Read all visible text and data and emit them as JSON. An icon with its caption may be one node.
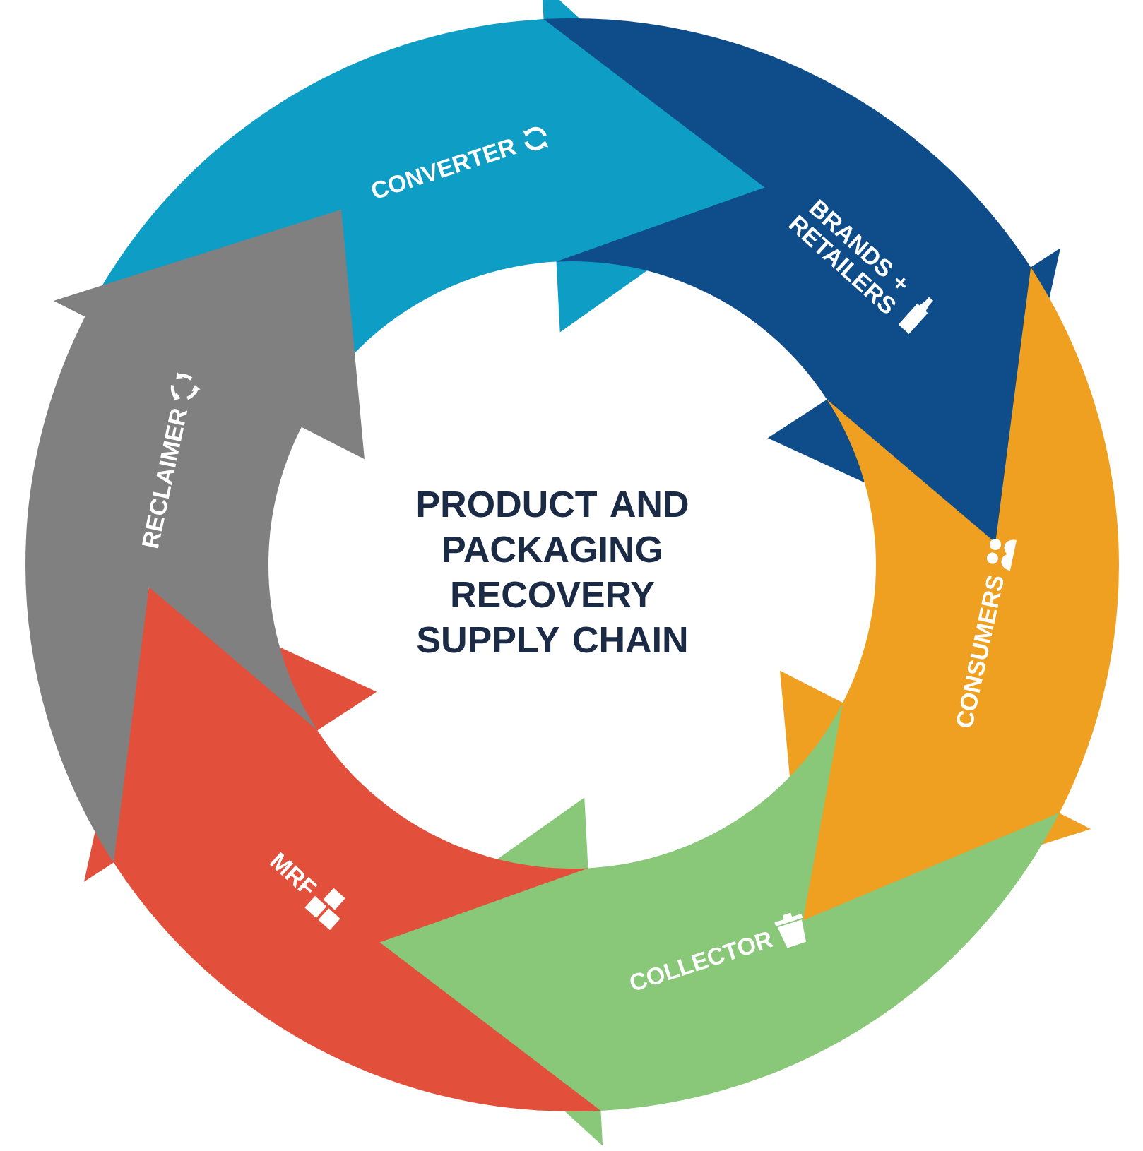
{
  "diagram": {
    "title": "PRODUCT AND PACKAGING RECOVERY SUPPLY CHAIN",
    "nodes": [
      {
        "text": [
          "CONVERTER"
        ]
      },
      {
        "text": [
          "BRANDS + RETAILERS"
        ]
      },
      {
        "text": [
          "CONSUMERS"
        ]
      },
      {
        "text": [
          "COLLECTOR"
        ]
      },
      {
        "text": [
          "MRF"
        ]
      },
      {
        "text": [
          "RECLAIMER"
        ]
      }
    ]
  }
}
